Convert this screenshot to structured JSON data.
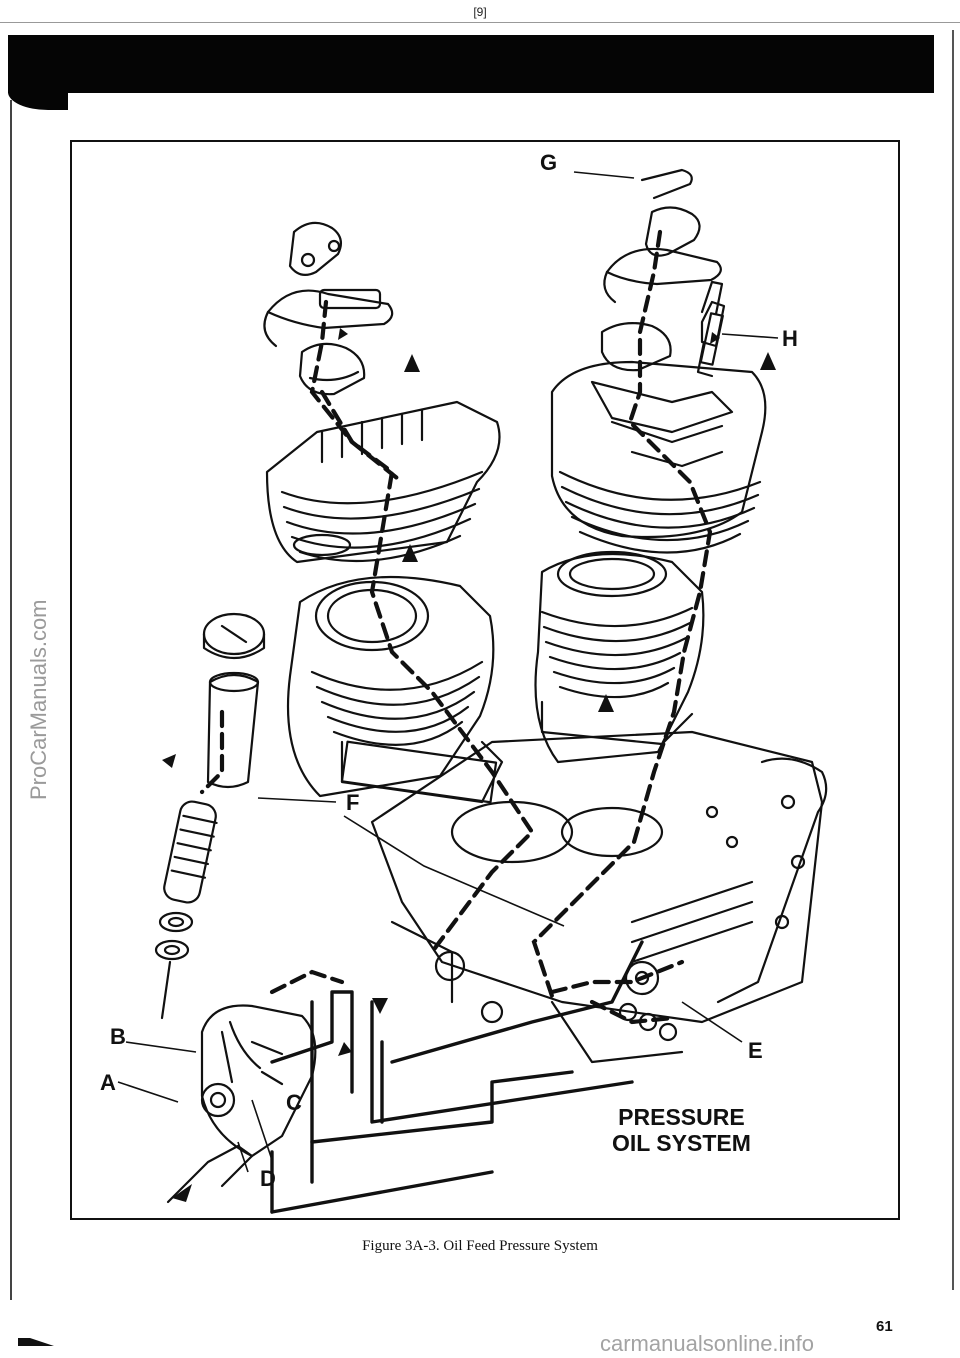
{
  "header": {
    "page_ref": "[9]"
  },
  "figure": {
    "system_title_line1": "PRESSURE",
    "system_title_line2": "OIL SYSTEM",
    "callouts": {
      "a": "A",
      "b": "B",
      "c": "C",
      "d": "D",
      "e": "E",
      "f": "F",
      "g": "G",
      "h": "H"
    },
    "caption": "Figure 3A-3. Oil Feed Pressure System"
  },
  "footer": {
    "page_number": "61"
  },
  "watermarks": {
    "side": "ProCarManuals.com",
    "bottom": "carmanualsonline.info"
  }
}
